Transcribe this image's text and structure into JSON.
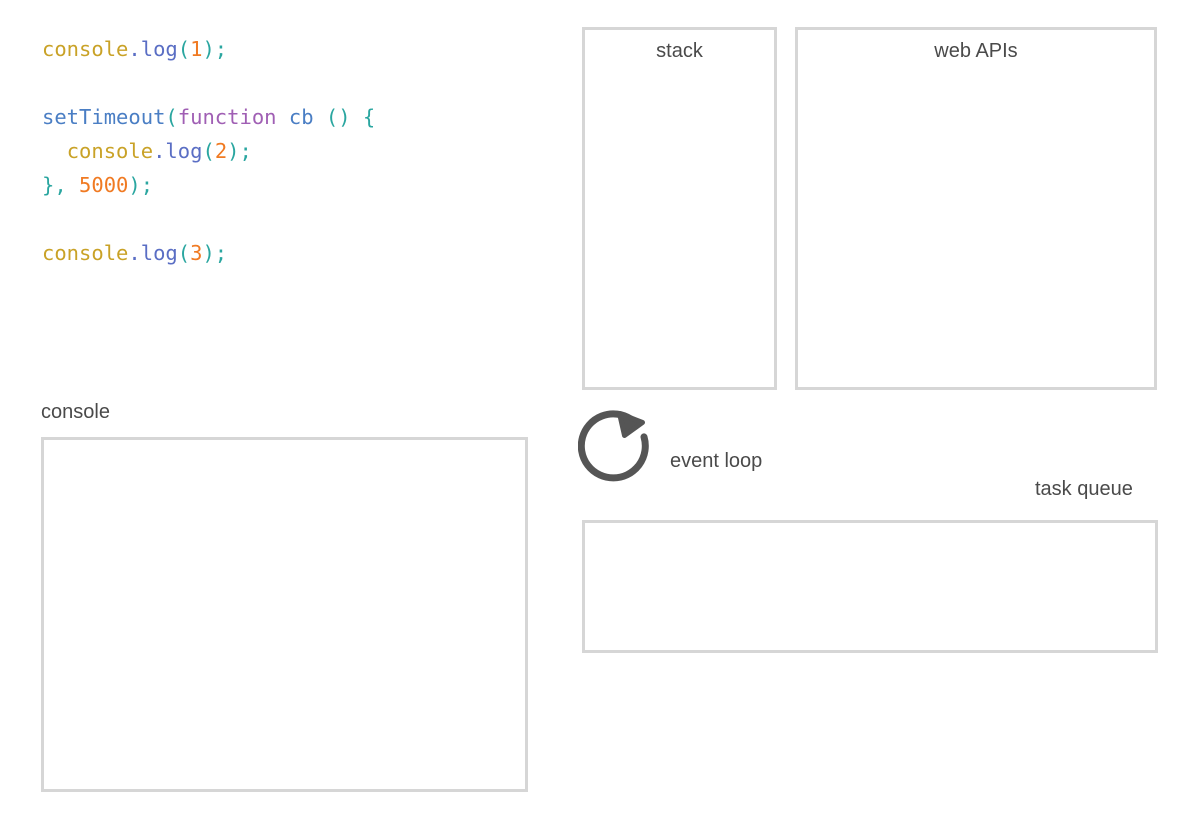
{
  "editor": {
    "name": "code-editor",
    "language": "javascript",
    "lines": [
      {
        "index": 1,
        "text": "console.log(1);",
        "tokens": [
          {
            "t": "console",
            "k": "ident"
          },
          {
            "t": ".log",
            "k": "prop"
          },
          {
            "t": "(",
            "k": "punct"
          },
          {
            "t": "1",
            "k": "num"
          },
          {
            "t": ");",
            "k": "punct"
          }
        ]
      },
      {
        "index": 2,
        "text": "",
        "tokens": []
      },
      {
        "index": 3,
        "text": "setTimeout(function cb () {",
        "tokens": [
          {
            "t": "setTimeout",
            "k": "fn"
          },
          {
            "t": "(",
            "k": "punct"
          },
          {
            "t": "function",
            "k": "kw"
          },
          {
            "t": " ",
            "k": "punct"
          },
          {
            "t": "cb",
            "k": "param"
          },
          {
            "t": " () {",
            "k": "punct"
          }
        ]
      },
      {
        "index": 4,
        "text": "  console.log(2);",
        "tokens": [
          {
            "t": "  ",
            "k": "punct"
          },
          {
            "t": "console",
            "k": "ident"
          },
          {
            "t": ".log",
            "k": "prop"
          },
          {
            "t": "(",
            "k": "punct"
          },
          {
            "t": "2",
            "k": "num"
          },
          {
            "t": ");",
            "k": "punct"
          }
        ]
      },
      {
        "index": 5,
        "text": "}, 5000);",
        "tokens": [
          {
            "t": "}, ",
            "k": "punct"
          },
          {
            "t": "5000",
            "k": "num"
          },
          {
            "t": ");",
            "k": "punct"
          }
        ]
      },
      {
        "index": 6,
        "text": "",
        "tokens": []
      },
      {
        "index": 7,
        "text": "console.log(3);",
        "tokens": [
          {
            "t": "console",
            "k": "ident"
          },
          {
            "t": ".log",
            "k": "prop"
          },
          {
            "t": "(",
            "k": "punct"
          },
          {
            "t": "3",
            "k": "num"
          },
          {
            "t": ");",
            "k": "punct"
          }
        ]
      }
    ]
  },
  "panels": {
    "stack": {
      "label": "stack",
      "items": []
    },
    "web_apis": {
      "label": "web APIs",
      "items": []
    },
    "console": {
      "label": "console",
      "items": []
    },
    "task_queue": {
      "label": "task queue",
      "items": []
    }
  },
  "event_loop": {
    "label": "event loop",
    "icon": "circular-arrow-icon"
  },
  "colors": {
    "identifier": "#c9a227",
    "property": "#5a6ec4",
    "punctuation": "#2aa6a0",
    "number": "#f07a22",
    "function": "#4a7ec4",
    "keyword": "#a05fb4",
    "box_border": "#d6d6d6",
    "label_text": "#4a4a4a",
    "event_loop_stroke": "#555555",
    "background": "#ffffff"
  }
}
